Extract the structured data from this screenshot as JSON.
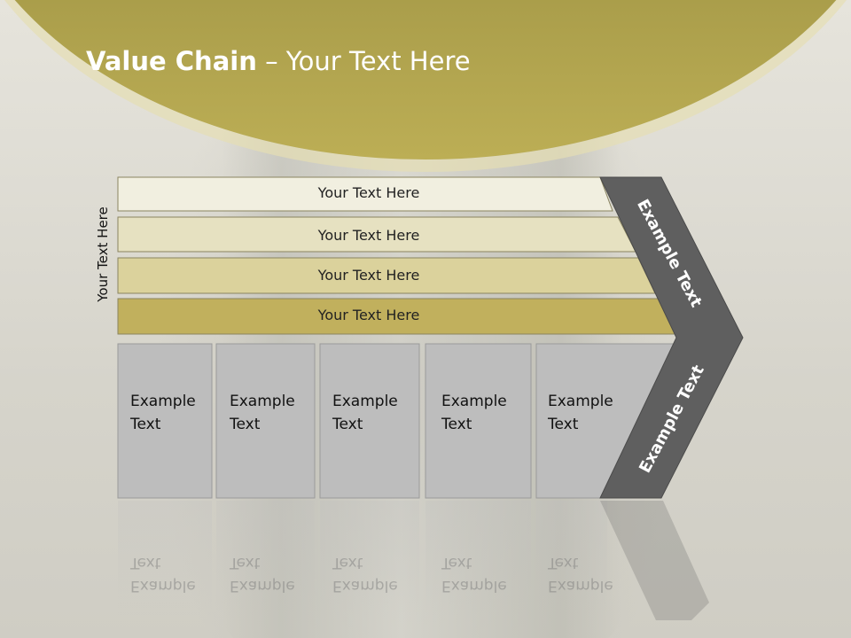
{
  "title": {
    "bold": "Value Chain",
    "rest": " – Your Text Here"
  },
  "side_label": "Your Text Here",
  "rows": [
    {
      "label": "Your Text Here",
      "fill": "#f1efe0"
    },
    {
      "label": "Your Text Here",
      "fill": "#e6e1c1"
    },
    {
      "label": "Your Text Here",
      "fill": "#dbd29c"
    },
    {
      "label": "Your Text Here",
      "fill": "#c1b05d"
    }
  ],
  "boxes": [
    {
      "line1": "Example",
      "line2": "Text"
    },
    {
      "line1": "Example",
      "line2": "Text"
    },
    {
      "line1": "Example",
      "line2": "Text"
    },
    {
      "line1": "Example",
      "line2": "Text"
    },
    {
      "line1": "Example",
      "line2": "Text"
    }
  ],
  "chevron": {
    "upper_label": "Example Text",
    "lower_label": "Example Text",
    "fill": "#5f5f5f"
  },
  "colors": {
    "header": "#a69a48",
    "box_fill": "#bdbdbd"
  }
}
